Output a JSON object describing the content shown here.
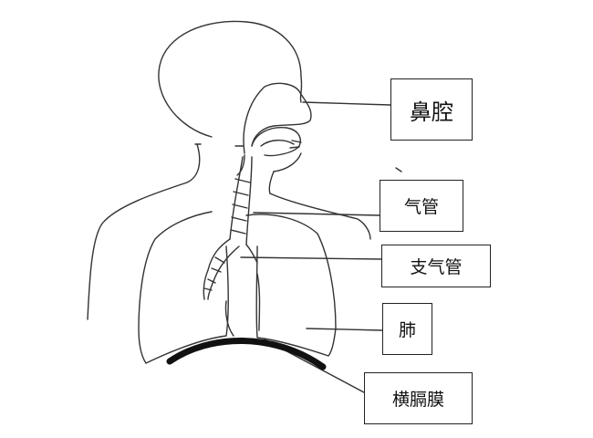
{
  "labels": {
    "nasal_cavity": "鼻腔",
    "trachea": "气管",
    "bronchus": "支气管",
    "lung": "肺",
    "diaphragm": "横膈膜"
  },
  "colors": {
    "line": "#333333",
    "diaphragm": "#111111",
    "background": "#ffffff"
  }
}
